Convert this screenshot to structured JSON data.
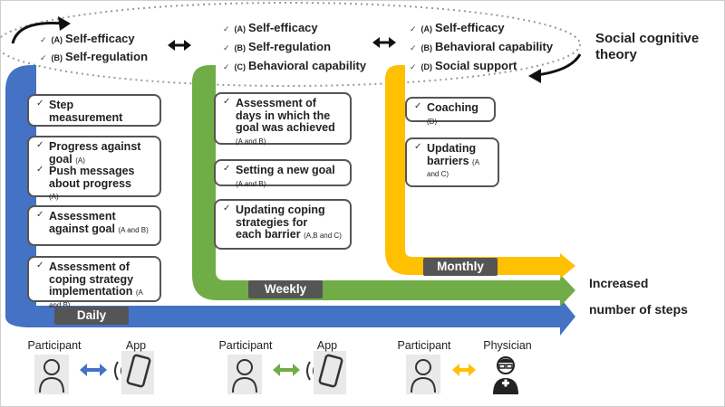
{
  "theory": {
    "label_line1": "Social cognitive",
    "label_line2": "theory",
    "daily": [
      {
        "key": "(A)",
        "text": "Self-efficacy"
      },
      {
        "key": "(B)",
        "text": "Self-regulation"
      }
    ],
    "weekly": [
      {
        "key": "(A)",
        "text": "Self-efficacy"
      },
      {
        "key": "(B)",
        "text": "Self-regulation"
      },
      {
        "key": "(C)",
        "text": "Behavioral capability"
      }
    ],
    "monthly": [
      {
        "key": "(A)",
        "text": "Self-efficacy"
      },
      {
        "key": "(B)",
        "text": "Behavioral capability"
      },
      {
        "key": "(D)",
        "text": "Social support"
      }
    ]
  },
  "daily_boxes": [
    {
      "lines": [
        "Step",
        "measurement"
      ],
      "sub": ""
    },
    {
      "lines": [
        "Progress against",
        "goal"
      ],
      "sub": "(A)",
      "lines2": [
        "Push messages",
        "about progress"
      ],
      "sub2": "(A)"
    },
    {
      "lines": [
        "Assessment",
        "against goal"
      ],
      "sub": "(A and B)"
    },
    {
      "lines": [
        "Assessment of",
        "coping strategy",
        "implementation"
      ],
      "sub": "(A and B)"
    }
  ],
  "weekly_boxes": [
    {
      "lines": [
        "Assessment of",
        "days in which the",
        "goal was achieved"
      ],
      "sub": "(A and B)"
    },
    {
      "lines": [
        "Setting a new goal"
      ],
      "sub": "(A and B)"
    },
    {
      "lines": [
        "Updating coping",
        "strategies for",
        "each barrier"
      ],
      "sub": "(A,B and C)"
    }
  ],
  "monthly_boxes": [
    {
      "lines": [
        "Coaching"
      ],
      "sub": "(D)"
    },
    {
      "lines": [
        "Updating",
        "barriers"
      ],
      "sub": "(A and C)"
    }
  ],
  "tags": {
    "daily": "Daily",
    "weekly": "Weekly",
    "monthly": "Monthly"
  },
  "outcome": {
    "line1": "Increased",
    "line2": "number of steps"
  },
  "bottom": {
    "participant": "Participant",
    "app": "App",
    "physician": "Physician"
  },
  "colors": {
    "daily": "#4472c4",
    "weekly": "#70ad47",
    "monthly": "#ffc000",
    "box_border": "#555555",
    "tag_bg": "#555555"
  },
  "icons": [
    "participant-icon",
    "smartphone-icon",
    "wifi-signal-icon",
    "physician-icon"
  ]
}
